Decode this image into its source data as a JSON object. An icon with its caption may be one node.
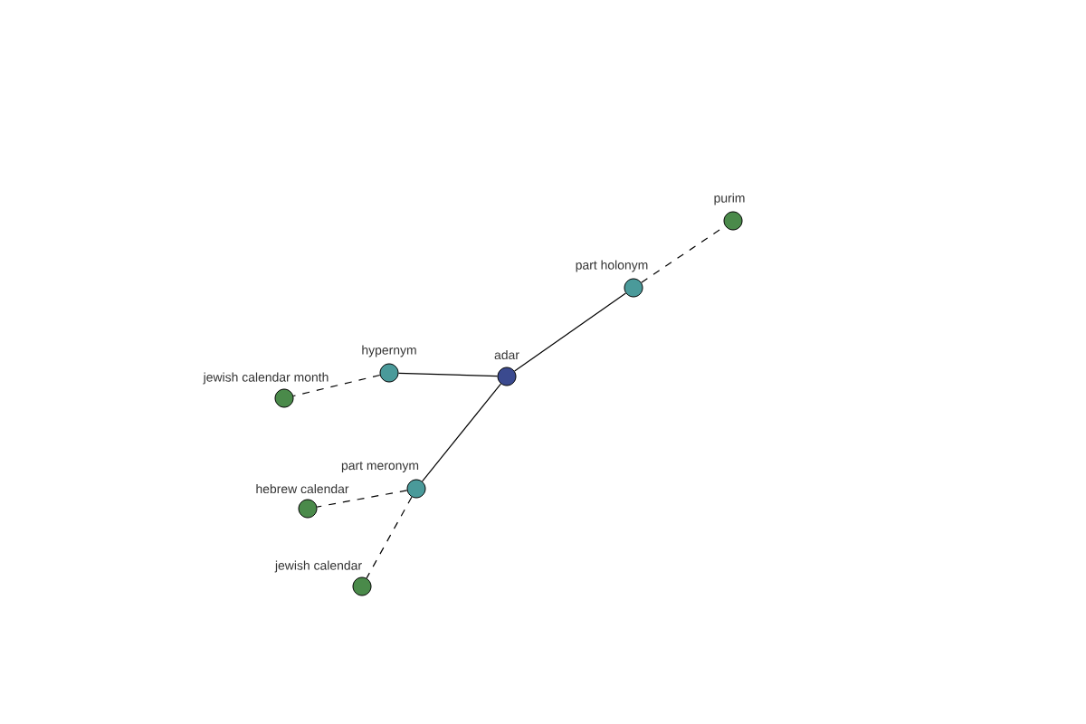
{
  "diagram": {
    "nodes": [
      {
        "text": [
          "adar"
        ]
      },
      {
        "text": [
          "hypernym"
        ]
      },
      {
        "text": [
          "part holonym"
        ]
      },
      {
        "text": [
          "part meronym"
        ]
      },
      {
        "text": [
          "jewish calendar month"
        ]
      },
      {
        "text": [
          "purim"
        ]
      },
      {
        "text": [
          "hebrew calendar"
        ]
      },
      {
        "text": [
          "jewish calendar"
        ]
      }
    ],
    "edges": [
      {
        "from": 0,
        "to": 1,
        "arrow": "none"
      },
      {
        "from": 0,
        "to": 2,
        "arrow": "none"
      },
      {
        "from": 0,
        "to": 3,
        "arrow": "none"
      },
      {
        "from": 1,
        "to": 4,
        "arrow": "none",
        "style": "dashed"
      },
      {
        "from": 2,
        "to": 5,
        "arrow": "none",
        "style": "dashed"
      },
      {
        "from": 3,
        "to": 6,
        "arrow": "none",
        "style": "dashed"
      },
      {
        "from": 3,
        "to": 7,
        "arrow": "none",
        "style": "dashed"
      }
    ]
  }
}
